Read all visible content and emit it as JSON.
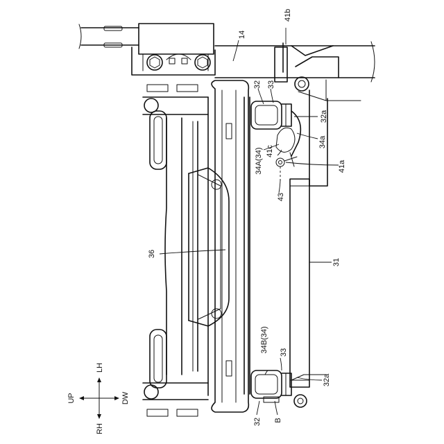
{
  "labels": {
    "l14": "14",
    "l41b": "41b",
    "l32_top": "32",
    "l33_top": "33",
    "l32a_top": "32a",
    "l34a": "34a",
    "l34A": "34A(34)",
    "l41c": "41c",
    "l41a": "41a",
    "l43": "43",
    "l36": "36",
    "l31": "31",
    "l34B": "34B(34)",
    "l33_bot": "33",
    "l32a_bot": "32a",
    "l32_bot": "32",
    "lB": "B"
  },
  "directions": {
    "up": "UP",
    "dw": "DW",
    "lh": "LH",
    "rh": "RH"
  }
}
